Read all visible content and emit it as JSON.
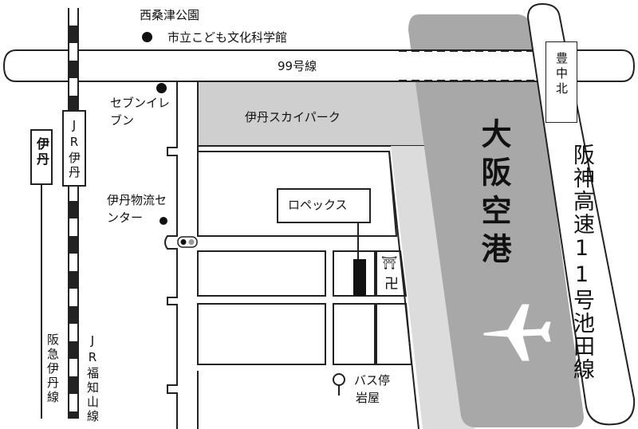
{
  "map": {
    "rail_jr_name": "JR伊丹",
    "rail_jr_line": "JR福知山線",
    "rail_hankyu_name": "伊丹",
    "rail_hankyu_line": "阪急伊丹線",
    "road_99": "99号線",
    "landmark_park_school": "西桑津公園",
    "landmark_museum": "市立こども文化科学館",
    "landmark_seven": "セブンイレブン",
    "landmark_logistics": "伊丹物流センター",
    "landmark_skypark": "伊丹スカイパーク",
    "landmark_lopex": "ロペックス",
    "bus_stop": "バス停",
    "bus_stop_name": "岩屋",
    "airport": "大阪空港",
    "expressway": "阪神高速11号池田線",
    "toyonaka_kita": "豊中北",
    "shrine_symbol": "⛩",
    "temple_symbol": "卍"
  }
}
